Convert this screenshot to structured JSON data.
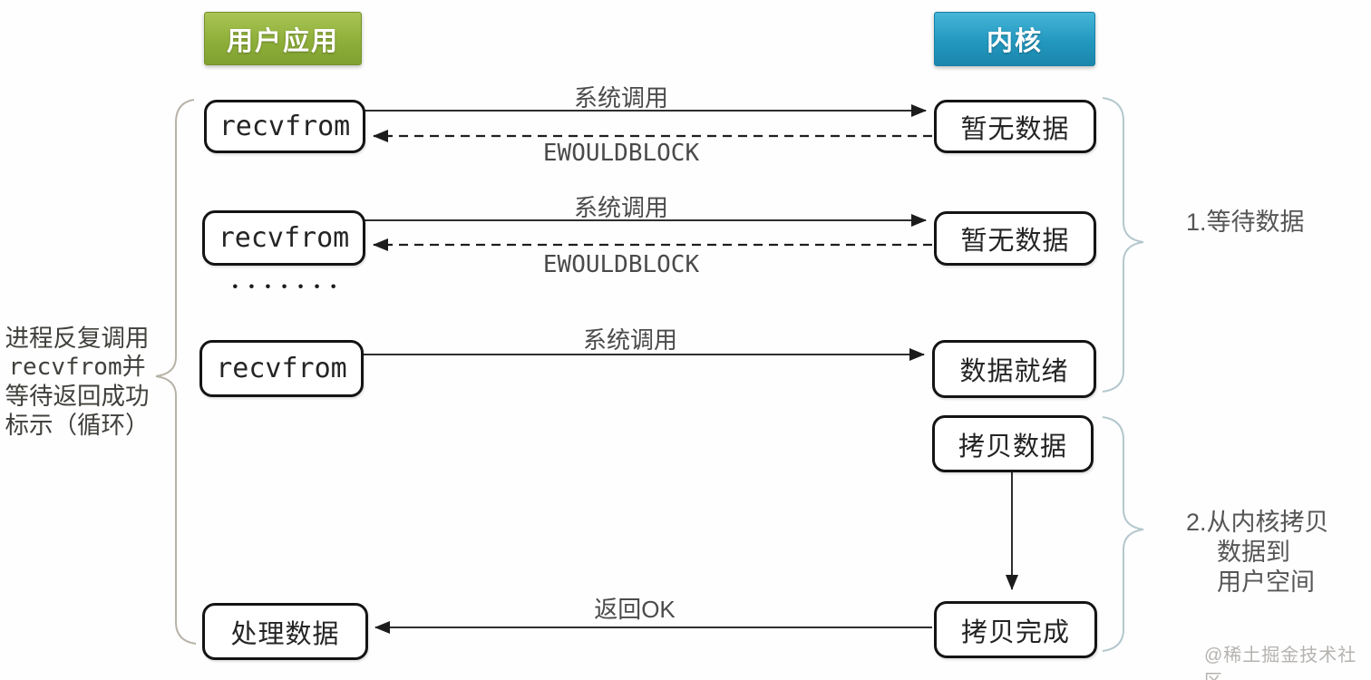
{
  "lanes": {
    "user_app": "用户应用",
    "kernel": "内核"
  },
  "left_note": {
    "line1": "进程反复调用",
    "line2": "recvfrom并",
    "line3": "等待返回成功",
    "line4": "标示（循环）"
  },
  "boxes": {
    "recvfrom_1": "recvfrom",
    "recvfrom_2": "recvfrom",
    "recvfrom_3": "recvfrom",
    "no_data_1": "暂无数据",
    "no_data_2": "暂无数据",
    "data_ready": "数据就绪",
    "copy_data": "拷贝数据",
    "copy_done": "拷贝完成",
    "process_data": "处理数据"
  },
  "arrows": {
    "syscall_1": "系统调用",
    "ewouldblock_1": "EWOULDBLOCK",
    "syscall_2": "系统调用",
    "ewouldblock_2": "EWOULDBLOCK",
    "syscall_3": "系统调用",
    "return_ok": "返回OK"
  },
  "ellipsis": "• • • • • • •",
  "phases": {
    "phase1": "1.等待数据",
    "phase2_line1": "2.从内核拷贝",
    "phase2_line2": "数据到",
    "phase2_line3": "用户空间"
  },
  "watermark": "@稀土掘金技术社区",
  "colors": {
    "user_app_green": "#94b53e",
    "kernel_blue": "#2a9fc4",
    "box_border": "#141414",
    "arrow": "#2e2e2e",
    "left_brace": "#b8b3a8",
    "right_brace": "#b4c8cd",
    "label_text": "#4b4b4b",
    "watermark_text": "#b5b3b0"
  }
}
